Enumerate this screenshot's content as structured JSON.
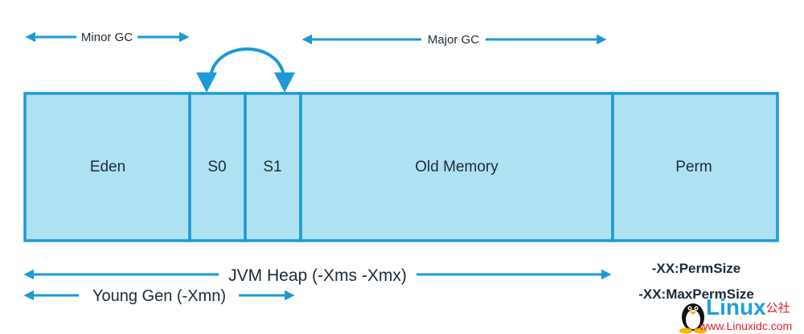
{
  "colors": {
    "accent": "#1a9ad6",
    "region_fill": "#aee2f3",
    "text": "#1d2b33",
    "flag_text": "#1a2a3a",
    "watermark_blue": "#1e9ee0",
    "watermark_red": "#e0202a"
  },
  "gc_arrows": {
    "minor": "Minor GC",
    "major": "Major GC"
  },
  "regions": [
    {
      "id": "eden",
      "label": "Eden"
    },
    {
      "id": "s0",
      "label": "S0"
    },
    {
      "id": "s1",
      "label": "S1"
    },
    {
      "id": "old",
      "label": "Old Memory"
    },
    {
      "id": "perm",
      "label": "Perm"
    }
  ],
  "bottom_arrows": {
    "heap": "JVM Heap (-Xms -Xmx)",
    "young": "Young Gen (-Xmn)"
  },
  "perm_flags": [
    "-XX:PermSize",
    "-XX:MaxPermSize"
  ],
  "watermark": {
    "brand": "Linux",
    "brand_cn": "公社",
    "url": "www.Linuxidc.com",
    "icon": "penguin-icon"
  }
}
